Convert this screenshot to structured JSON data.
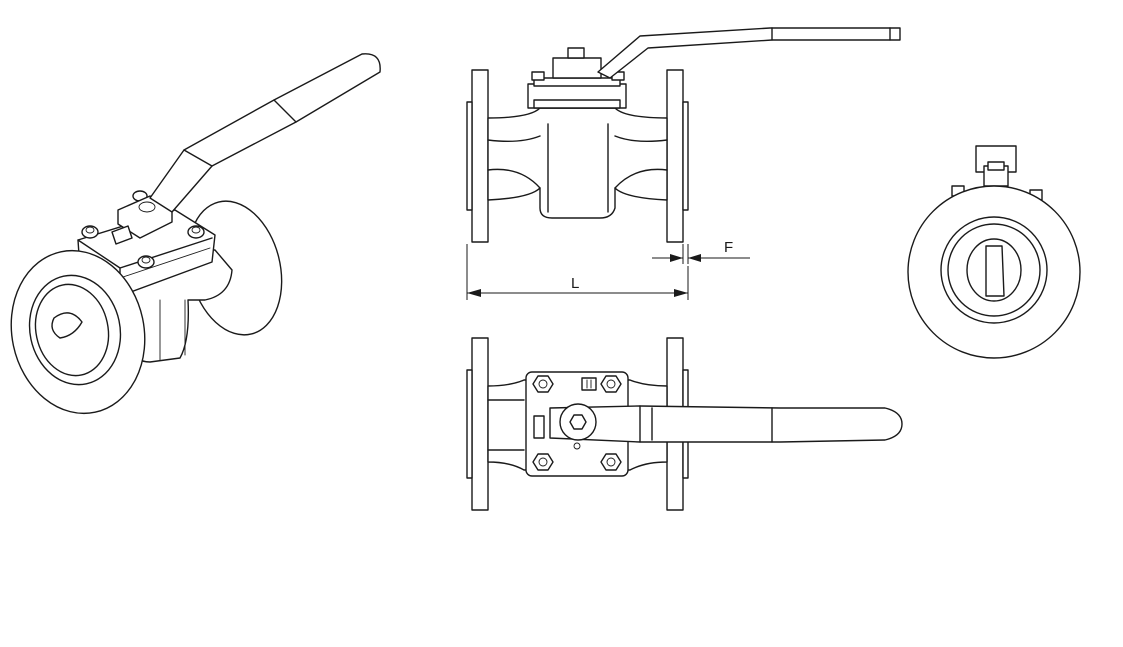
{
  "drawing": {
    "views": [
      "isometric-view",
      "front-elevation",
      "plan-view",
      "end-view"
    ],
    "dimensions": {
      "length_label": "L",
      "flange_label": "F"
    },
    "colors": {
      "line": "#1a1a1a",
      "background": "#ffffff"
    }
  }
}
